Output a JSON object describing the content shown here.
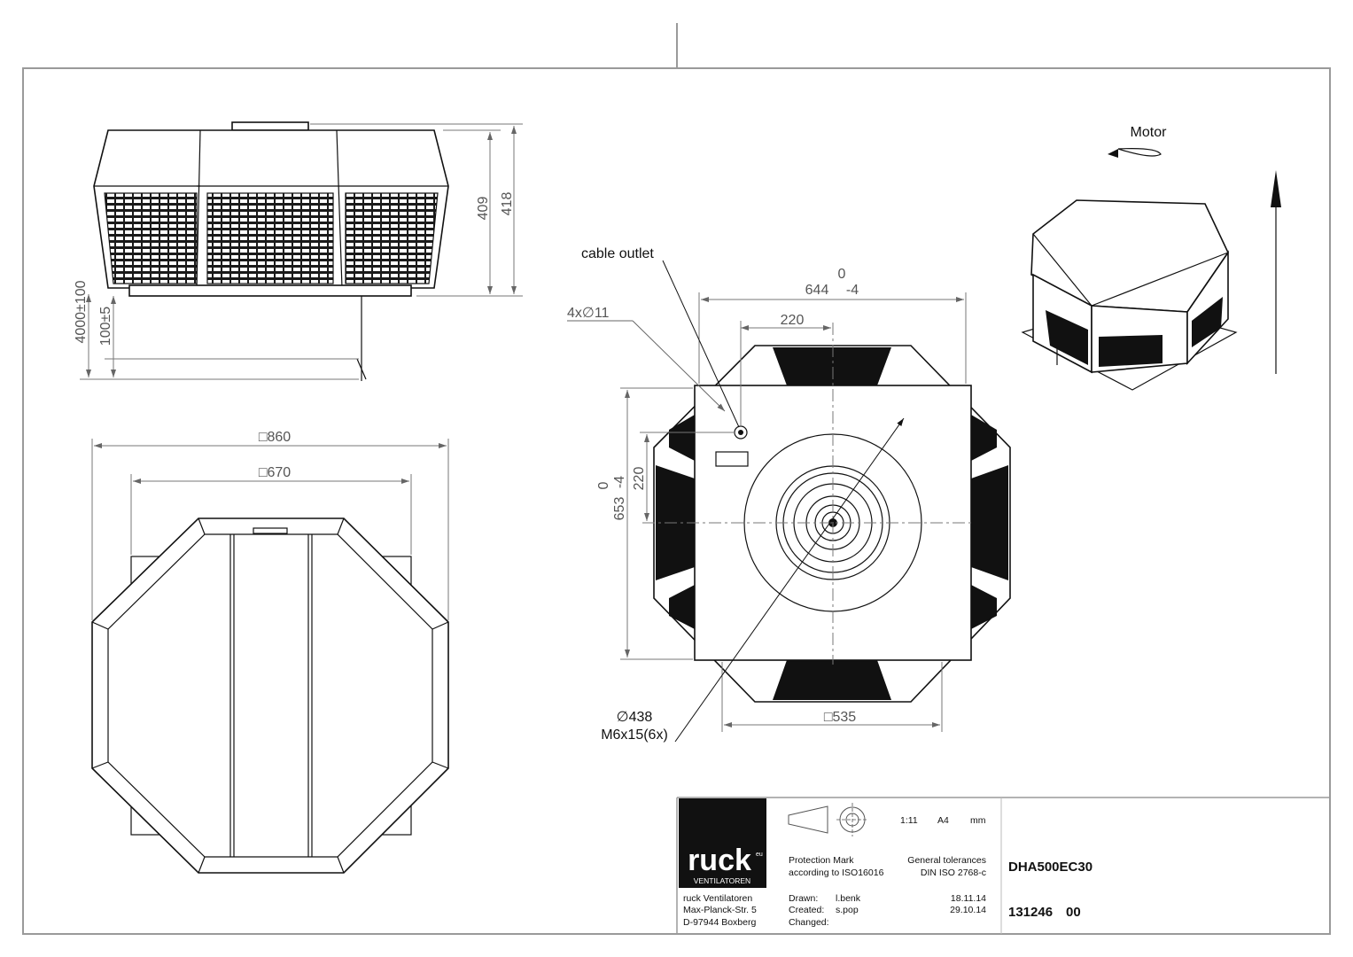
{
  "side_view": {
    "dim_height_1": "409",
    "dim_height_2": "418",
    "dim_cable_length": "4000±100",
    "dim_cable_offset": "100±5"
  },
  "top_view": {
    "dim_outer": "□860",
    "dim_inner": "□670"
  },
  "bottom_view": {
    "label_cable_outlet": "cable outlet",
    "label_holes": "4x∅11",
    "dim_width": "644",
    "dim_width_tol_upper": "0",
    "dim_width_tol_lower": "-4",
    "dim_hole_spacing_h": "220",
    "dim_height": "653",
    "dim_height_tol_upper": "0",
    "dim_height_tol_lower": "-4",
    "dim_hole_spacing_v": "220",
    "dim_base": "□535",
    "label_diameter": "∅438",
    "label_screws": "M6x15(6x)"
  },
  "iso_view": {
    "label_motor": "Motor"
  },
  "title_block": {
    "company_logo": "ruck",
    "company_logo_sup": "eu",
    "company_logo_sub": "VENTILATOREN",
    "address_line_1": "ruck Ventilatoren",
    "address_line_2": "Max-Planck-Str. 5",
    "address_line_3": "D-97944 Boxberg",
    "scale": "1:11",
    "paper": "A4",
    "unit": "mm",
    "protection_1": "Protection Mark",
    "protection_2": "according to ISO16016",
    "tolerance_1": "General tolerances",
    "tolerance_2": "DIN ISO 2768-c",
    "drawn_label": "Drawn:",
    "drawn_name": "l.benk",
    "drawn_date": "18.11.14",
    "created_label": "Created:",
    "created_name": "s.pop",
    "created_date": "29.10.14",
    "changed_label": "Changed:",
    "model": "DHA500EC30",
    "drawing_number": "131246",
    "revision": "00"
  }
}
